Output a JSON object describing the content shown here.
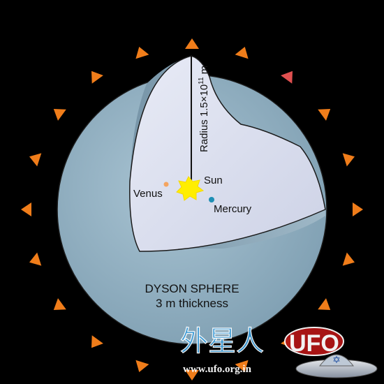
{
  "diagram": {
    "radius_label": "Radius 1.5×10",
    "radius_exponent": "11",
    "radius_unit": " m",
    "title": "DYSON SPHERE",
    "subtitle": "3 m thickness",
    "bodies": {
      "sun": "Sun",
      "venus": "Venus",
      "mercury": "Mercury"
    }
  },
  "watermark": {
    "chinese": "外星人",
    "brand": "UFO",
    "url": "www.ufo.org.in"
  },
  "colors": {
    "background": "#000000",
    "shell_outer": "#8fb0c2",
    "shell_inner": "#d8dcee",
    "sun": "#ffee00",
    "venus": "#f4a460",
    "mercury": "#1e8fb5",
    "photon_arrows": "#f07d1a",
    "watermark_blue": "#3a9bd8"
  }
}
